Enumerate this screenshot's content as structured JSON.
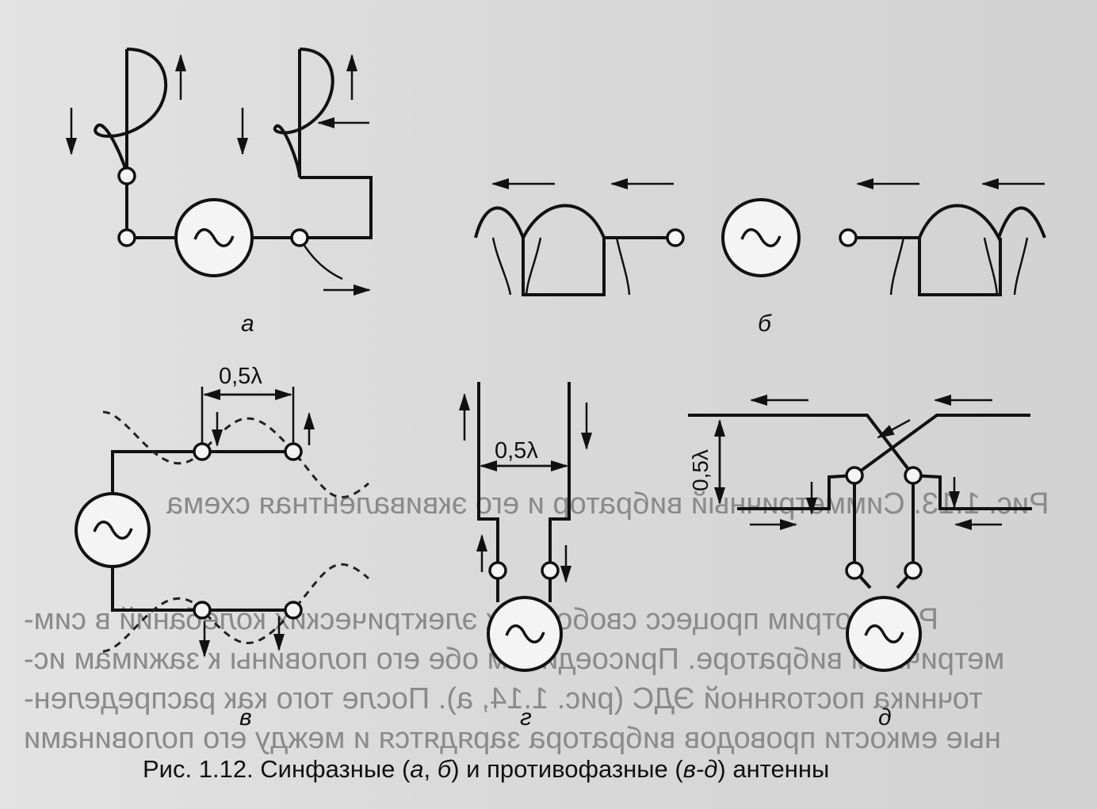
{
  "caption": {
    "prefix": "Рис. 1.12. Синфазные (",
    "a": "а",
    "sep1": ", ",
    "b": "б",
    "mid": ") и противофазные (",
    "range": "в-д",
    "suffix": ") антенны"
  },
  "panels": {
    "a": {
      "label": "а"
    },
    "b": {
      "label": "б"
    },
    "v": {
      "label": "в",
      "dimension": "0,5λ"
    },
    "g": {
      "label": "г",
      "dimension": "0,5λ"
    },
    "d": {
      "label": "д",
      "dimension": "0,5λ"
    }
  },
  "symbols": {
    "generator": "~"
  },
  "bleed_through_text": [
    "Рассмотрим процесс свободных электрических колебаний в сим-",
    "метричном вибраторе. Присоединим обе его половины к зажимам ис-",
    "точника постоянной ЭДС (рис. 1.14, а). После того как распределен-",
    "ные емкости проводов вибратора зарядятся и между его половинами",
    "Рис. 1.13. Симметричный вибратор и его эквивалентная схема"
  ]
}
